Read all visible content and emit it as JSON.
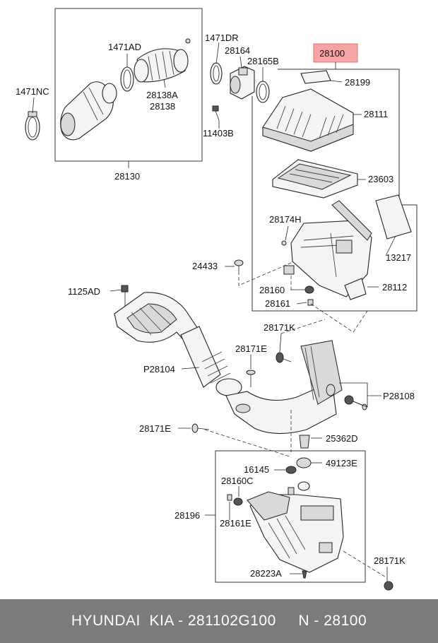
{
  "labels": {
    "l_1471AD": "1471AD",
    "l_1471DR": "1471DR",
    "l_28164": "28164",
    "l_28165B": "28165B",
    "l_28100": "28100",
    "l_1471NC": "1471NC",
    "l_28138A": "28138A",
    "l_28138": "28138",
    "l_11403B": "11403B",
    "l_28130": "28130",
    "l_28199": "28199",
    "l_28111": "28111",
    "l_23603": "23603",
    "l_28174H": "28174H",
    "l_13217": "13217",
    "l_24433": "24433",
    "l_28160": "28160",
    "l_28112": "28112",
    "l_28161": "28161",
    "l_1125AD": "1125AD",
    "l_28171K_a": "28171K",
    "l_28171E_a": "28171E",
    "l_P28104": "P28104",
    "l_P28108": "P28108",
    "l_28171E_b": "28171E",
    "l_25362D": "25362D",
    "l_16145": "16145",
    "l_49123E": "49123E",
    "l_28160C": "28160C",
    "l_28196": "28196",
    "l_28161E": "28161E",
    "l_28171K_b": "28171K",
    "l_28223A": "28223A"
  },
  "colors": {
    "highlight": "#f6a5a5",
    "footer_bg": "#7b7b7b",
    "footer_text": "#ffffff"
  },
  "footer": {
    "text": "HYUNDAI  KIA - 281102G100     N - 28100"
  }
}
